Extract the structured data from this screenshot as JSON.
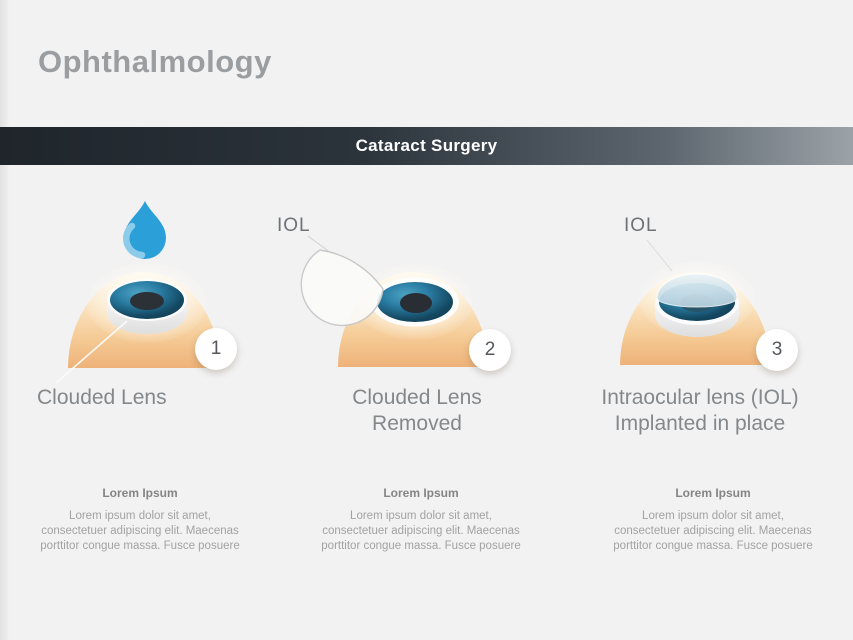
{
  "slide_title": "Ophthalmology",
  "banner": {
    "title": "Cataract Surgery"
  },
  "steps": [
    {
      "number": "1",
      "icon": "eye-drop-icon",
      "iol_label": "",
      "caption_lines": [
        "Clouded Lens"
      ],
      "lorem_title": "Lorem Ipsum",
      "lorem_lines": [
        "Lorem ipsum dolor sit amet,",
        "consectetuer adipiscing elit. Maecenas",
        "porttitor congue massa. Fusce posuere"
      ]
    },
    {
      "number": "2",
      "icon": "iol-lens-flap-icon",
      "iol_label": "IOL",
      "caption_lines": [
        "Clouded Lens",
        "Removed"
      ],
      "lorem_title": "Lorem Ipsum",
      "lorem_lines": [
        "Lorem ipsum dolor sit amet,",
        "consectetuer adipiscing elit. Maecenas",
        "porttitor congue massa. Fusce posuere"
      ]
    },
    {
      "number": "3",
      "icon": "iol-implant-icon",
      "iol_label": "IOL",
      "caption_lines": [
        "Intraocular lens (IOL)",
        "Implanted in place"
      ],
      "lorem_title": "Lorem Ipsum",
      "lorem_lines": [
        "Lorem ipsum dolor sit amet,",
        "consectetuer adipiscing elit. Maecenas",
        "porttitor congue massa. Fusce posuere"
      ]
    }
  ],
  "colors": {
    "page_background": "#f2f2f3",
    "title_gray": "#9b9ea1",
    "banner_dark": "#1f252b",
    "banner_light": "#9ba2a8",
    "banner_text": "#ffffff",
    "drop_blue": "#2b9fd8",
    "dome_peach": "#f0b87d",
    "iris_teal_light": "#4da3c4",
    "iris_teal_dark": "#113f57",
    "pupil_dark": "#2b3137",
    "iol_cap_blue": "#c7dce9",
    "caption_gray": "#84888b"
  }
}
